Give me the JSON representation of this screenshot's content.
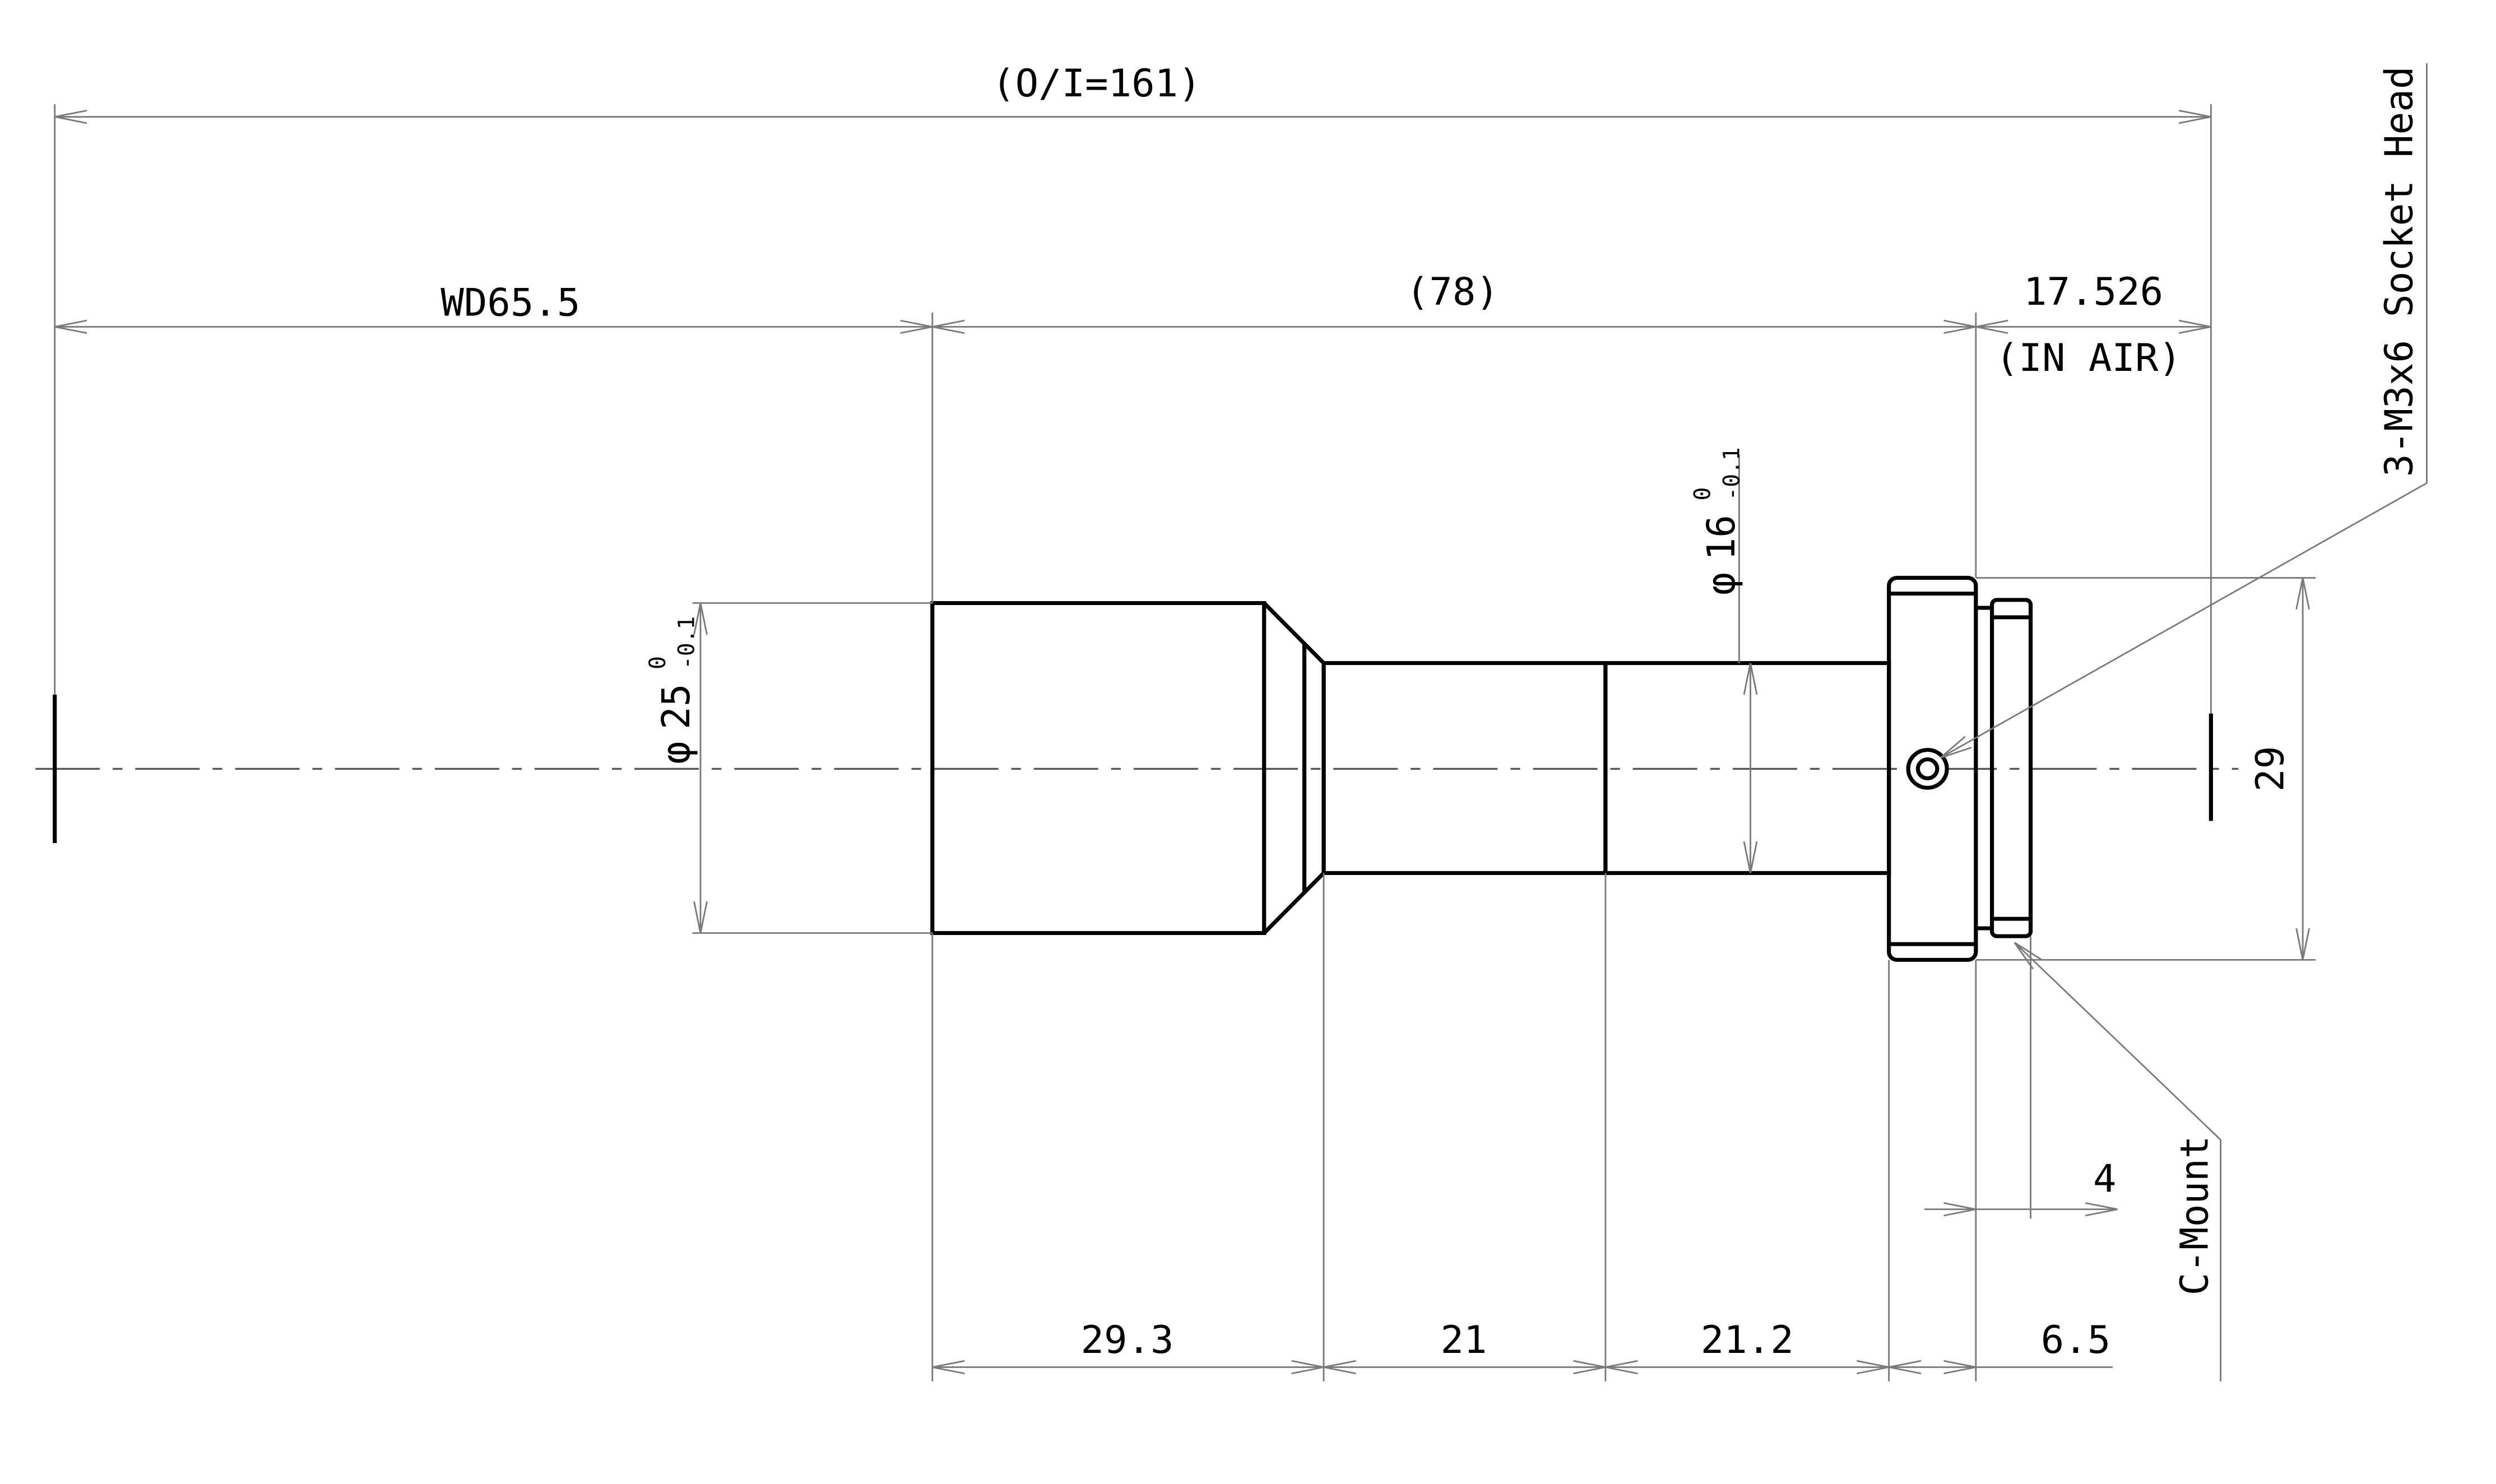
{
  "dimensions": {
    "overall": "(O/I=161)",
    "working_distance": "WD65.5",
    "lens_length": "(78)",
    "back_focus": "17.526",
    "back_focus_note": "(IN AIR)",
    "diameter_front": "25",
    "diameter_front_tol_upper": "0",
    "diameter_front_tol_lower": "-0.1",
    "diameter_mid": "16",
    "diameter_mid_tol_upper": "0",
    "diameter_mid_tol_lower": "-0.1",
    "diameter_mount": "29",
    "seg1": "29.3",
    "seg2": "21",
    "seg3": "21.2",
    "seg4": "6.5",
    "thread_length": "4"
  },
  "symbols": {
    "diameter": "φ"
  },
  "notes": {
    "screw": "3-M3x6 Socket Head",
    "mount": "C-Mount"
  }
}
